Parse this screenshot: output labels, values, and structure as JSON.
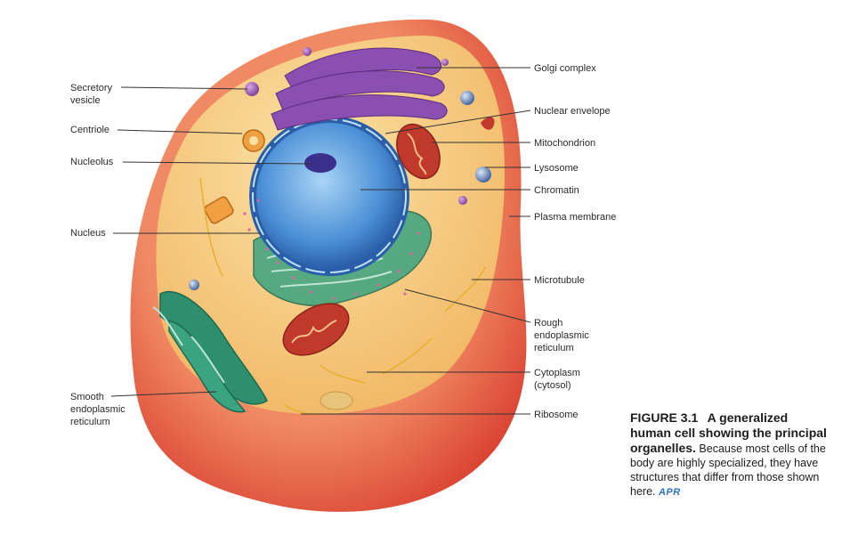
{
  "labels": {
    "secretory_vesicle": "Secretory\nvesicle",
    "centriole": "Centriole",
    "nucleolus": "Nucleolus",
    "nucleus": "Nucleus",
    "smooth_er": "Smooth\nendoplasmic\nreticulum",
    "golgi_complex": "Golgi complex",
    "nuclear_envelope": "Nuclear envelope",
    "mitochondrion": "Mitochondrion",
    "lysosome": "Lysosome",
    "chromatin": "Chromatin",
    "plasma_membrane": "Plasma membrane",
    "microtubule": "Microtubule",
    "rough_er": "Rough\nendoplasmic\nreticulum",
    "cytoplasm": "Cytoplasm\n(cytosol)",
    "ribosome": "Ribosome"
  },
  "caption": {
    "figure_number": "FIGURE 3.1",
    "title": "A generalized human cell showing the principal organelles.",
    "body": "Because most cells of the body are highly specialized, they have structures that differ from those shown here.",
    "badge": "APR"
  },
  "colors": {
    "membrane": "#e0473a",
    "cytoplasm": "#f6c77a",
    "nucleus": "#4a8fd6",
    "golgi": "#8a4fb0",
    "er": "#2e8f6e",
    "mitochondrion": "#c0392b"
  }
}
